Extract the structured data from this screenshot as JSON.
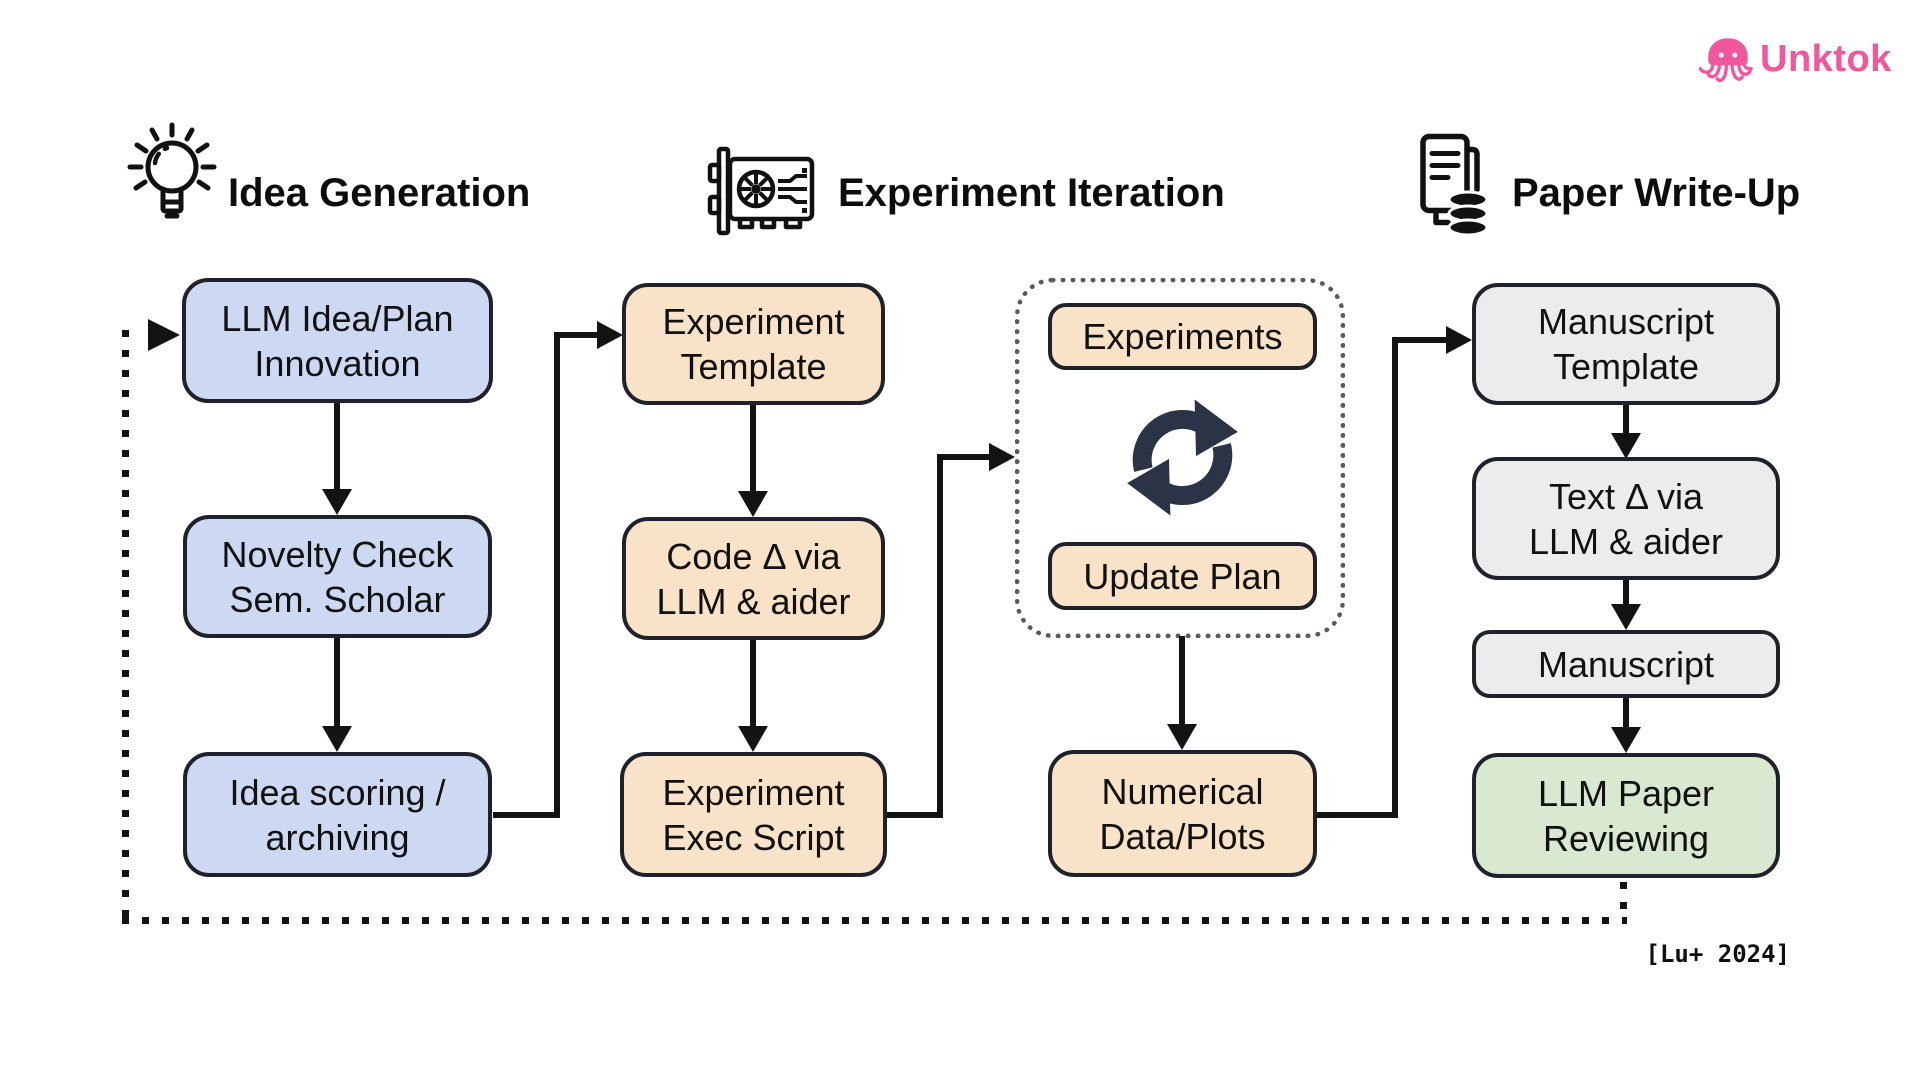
{
  "logo": {
    "brand": "Unktok"
  },
  "headers": {
    "idea": "Idea Generation",
    "experiment": "Experiment Iteration",
    "paper": "Paper Write-Up"
  },
  "nodes": {
    "llm_idea_plan": "LLM Idea/Plan\nInnovation",
    "novelty_check": "Novelty Check\nSem. Scholar",
    "idea_scoring": "Idea scoring /\narchiving",
    "experiment_template": "Experiment\nTemplate",
    "code_delta": "Code Δ via\nLLM & aider",
    "experiment_exec": "Experiment\nExec Script",
    "experiments": "Experiments",
    "update_plan": "Update Plan",
    "numerical_data": "Numerical\nData/Plots",
    "manuscript_template": "Manuscript\nTemplate",
    "text_delta": "Text Δ via\nLLM & aider",
    "manuscript": "Manuscript",
    "llm_paper_reviewing": "LLM Paper\nReviewing"
  },
  "citation": "[Lu+ 2024]",
  "colors": {
    "blue": "#cdd9f2",
    "tan": "#f8e3c8",
    "gray": "#ececec",
    "green": "#d8e8d1",
    "border": "#20222b",
    "line": "#131313",
    "cycle": "#2b3447",
    "pink": "#f1579d",
    "dotted": "#5a5a5a",
    "text": "#111111"
  }
}
